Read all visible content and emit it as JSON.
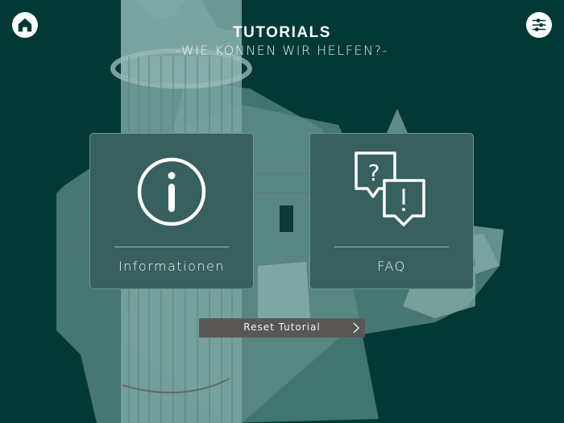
{
  "header": {
    "title": "TUTORIALS",
    "subtitle": "-WIE KÖNNEN WIR HELFEN?-"
  },
  "nav": {
    "home_icon": "home-icon",
    "settings_icon": "sliders-icon"
  },
  "cards": [
    {
      "label": "Informationen",
      "icon": "info-circle-icon"
    },
    {
      "label": "FAQ",
      "icon": "question-exclamation-bubbles-icon"
    }
  ],
  "reset": {
    "label": "Reset Tutorial",
    "icon": "chevron-right-icon"
  },
  "colors": {
    "background": "#023935",
    "card": "#37605e",
    "card_border": "#6f9592",
    "reset_button": "#595756",
    "model_light": "#7faaa6",
    "model_mid": "#4e7c78"
  }
}
